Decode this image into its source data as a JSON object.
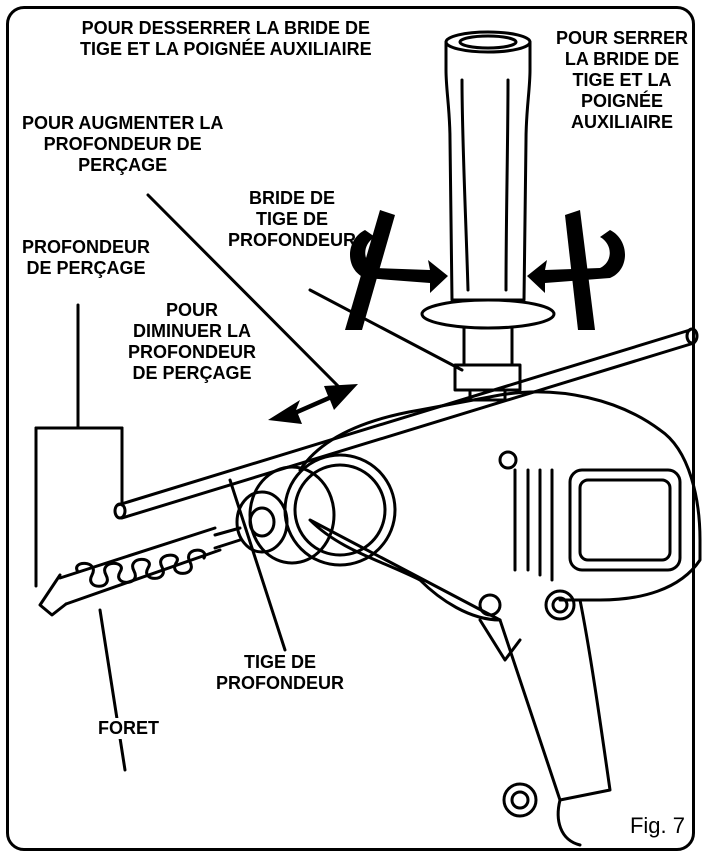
{
  "labels": {
    "loosen": [
      "POUR DESSERRER LA BRIDE DE",
      "TIGE ET LA POIGNÉE AUXILIAIRE"
    ],
    "tighten": [
      "POUR SERRER",
      "LA BRIDE DE",
      "TIGE ET LA",
      "POIGNÉE",
      "AUXILIAIRE"
    ],
    "increase": [
      "POUR AUGMENTER LA",
      "PROFONDEUR DE",
      "PERÇAGE"
    ],
    "clamp": [
      "BRIDE DE",
      "TIGE DE",
      "PROFONDEUR"
    ],
    "depth": [
      "PROFONDEUR",
      "DE PERÇAGE"
    ],
    "decrease": [
      "POUR",
      "DIMINUER LA",
      "PROFONDEUR",
      "DE PERÇAGE"
    ],
    "rod": [
      "TIGE DE",
      "PROFONDEUR"
    ],
    "bit": [
      "FORET"
    ]
  },
  "figure_label": "Fig. 7",
  "colors": {
    "ink": "#000000",
    "paper": "#ffffff"
  }
}
